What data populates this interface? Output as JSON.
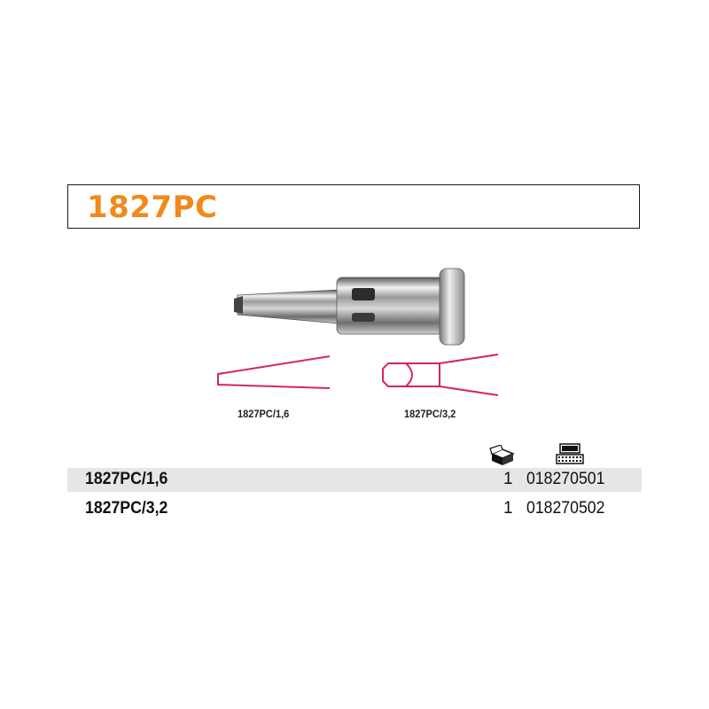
{
  "header": {
    "title": "1827PC"
  },
  "product_image": {
    "icon": "soldering-tip-image",
    "color": "#b7b7b7"
  },
  "profiles": [
    {
      "label": "1827PC/1,6",
      "color": "#d6226c"
    },
    {
      "label": "1827PC/3,2",
      "color": "#d6226c"
    }
  ],
  "columns": {
    "quantity_icon": "package-box-icon",
    "code_icon": "barcode-terminal-icon"
  },
  "rows": [
    {
      "code": "1827PC/1,6",
      "qty": "1",
      "sku": "018270501"
    },
    {
      "code": "1827PC/3,2",
      "qty": "1",
      "sku": "018270502"
    }
  ],
  "colors": {
    "accent": "#f08a1c",
    "row_shade": "#e6e6e6"
  }
}
